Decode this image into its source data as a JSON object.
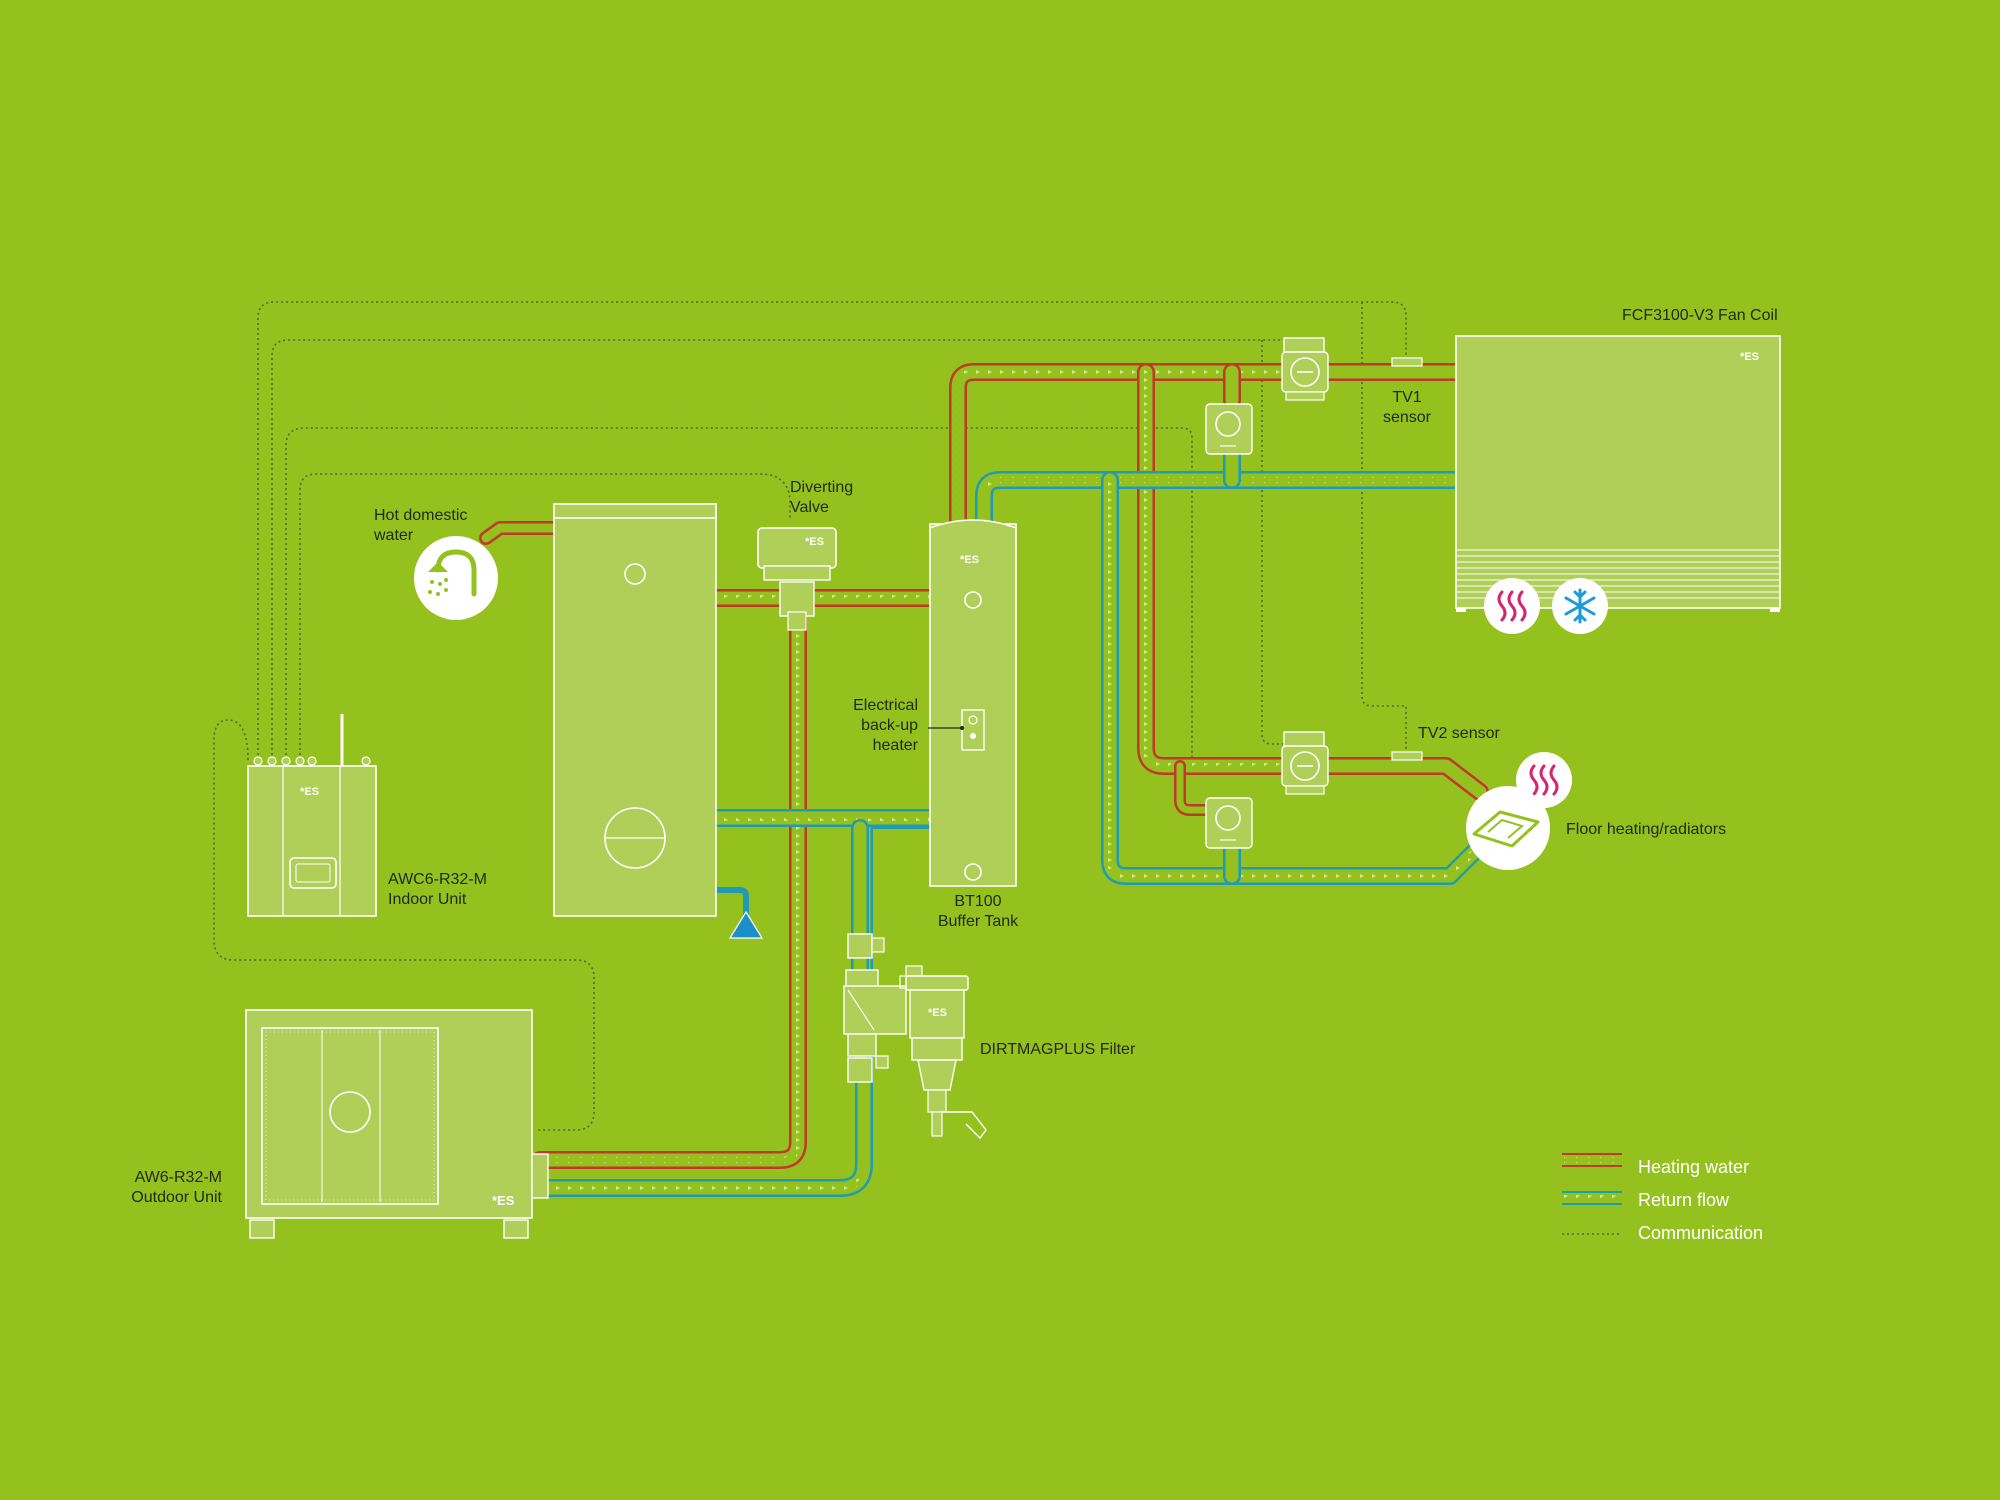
{
  "labels": {
    "fan_coil": "FCF3100-V3 Fan Coil",
    "tv1_line1": "TV1",
    "tv1_line2": "sensor",
    "tv2": "TV2 sensor",
    "floor_heating": "Floor heating/radiators",
    "hot_water_line1": "Hot domestic",
    "hot_water_line2": "water",
    "diverting_line1": "Diverting",
    "diverting_line2": "Valve",
    "backup_line1": "Electrical",
    "backup_line2": "back-up",
    "backup_line3": "heater",
    "indoor_line1": "AWC6-R32-M",
    "indoor_line2": "Indoor Unit",
    "buffer_line1": "BT100",
    "buffer_line2": "Buffer Tank",
    "filter": "DIRTMAGPLUS Filter",
    "outdoor_line1": "AW6-R32-M",
    "outdoor_line2": "Outdoor Unit"
  },
  "brand_mark": "*ES",
  "legend": {
    "heating": "Heating water",
    "return": "Return flow",
    "communication": "Communication"
  },
  "colors": {
    "background": "#95c11f",
    "unit_fill": "#b0cf58",
    "unit_stroke": "#ffffff",
    "heating_line": "#c0392b",
    "return_line": "#1f9bb4",
    "communication_line": "#4f6a2a",
    "heat_icon": "#d6246e",
    "snow_icon": "#1a9cd8",
    "drain_icon": "#1b8fc9"
  },
  "icons": [
    "shower-icon",
    "heat-waves-icon",
    "snowflake-icon",
    "floor-heating-icon",
    "pump-icon",
    "valve-actuator-icon",
    "drain-triangle-icon",
    "antenna-icon"
  ]
}
